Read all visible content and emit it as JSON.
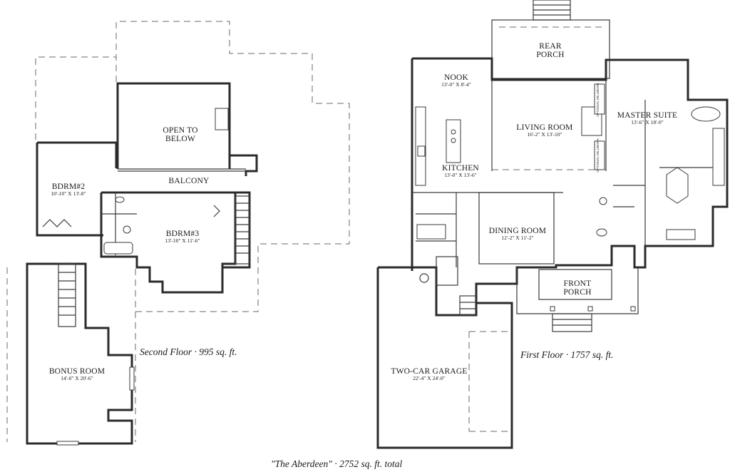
{
  "plan_title": "\"The Aberdeen\"",
  "total_sqft": "2752 sq. ft. total",
  "second_floor": {
    "label": "Second Floor",
    "sqft": "995 sq. ft.",
    "rooms": {
      "open_to_below": {
        "name": "OPEN TO\nBELOW"
      },
      "balcony": {
        "name": "BALCONY"
      },
      "bdrm2": {
        "name": "BDRM#2",
        "dims": "10'-10\" X 13'-8\""
      },
      "bdrm3": {
        "name": "BDRM#3",
        "dims": "13'-10\" X 11'-6\""
      },
      "bonus": {
        "name": "BONUS ROOM",
        "dims": "14'-0\" X 20'-6\""
      }
    }
  },
  "first_floor": {
    "label": "First Floor",
    "sqft": "1757 sq. ft.",
    "rooms": {
      "rear_porch": {
        "name": "REAR\nPORCH"
      },
      "nook": {
        "name": "NOOK",
        "dims": "13'-0\" X 8'-4\""
      },
      "living": {
        "name": "LIVING ROOM",
        "dims": "16'-2\" X 13'-10\""
      },
      "master": {
        "name": "MASTER SUITE",
        "dims": "13'-6\" X 18'-0\""
      },
      "kitchen": {
        "name": "KITCHEN",
        "dims": "13'-0\" X 13'-6\""
      },
      "dining": {
        "name": "DINING ROOM",
        "dims": "12'-2\" X 11'-2\""
      },
      "front_porch": {
        "name": "FRONT\nPORCH"
      },
      "garage": {
        "name": "TWO-CAR GARAGE",
        "dims": "22'-4\" X 24'-0\""
      }
    },
    "notes": {
      "optional_millwork_top": "OPTIONAL MILLWORK",
      "optional_millwork_bottom": "OPTIONAL MILLWORK"
    }
  }
}
